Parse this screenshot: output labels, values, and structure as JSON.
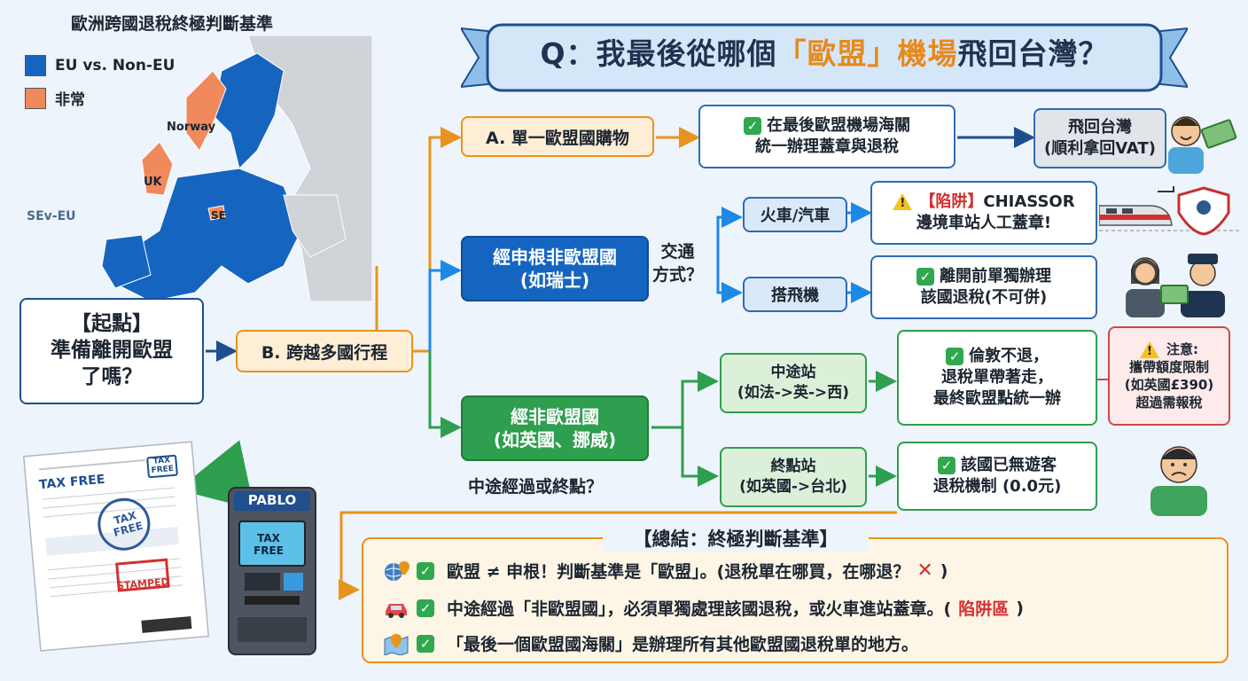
{
  "map": {
    "title": "歐洲跨國退稅終極判斷基準",
    "legend": [
      {
        "label": "EU vs. Non-EU",
        "color": "#1565c0"
      },
      {
        "label": "非常",
        "color": "#f08a5d"
      }
    ],
    "labels": {
      "norway": "Norway",
      "uk": "UK",
      "ch": "SE",
      "logo": "SEv-EU"
    }
  },
  "banner": {
    "pre": "Q：我最後從哪個",
    "highlight": "「歐盟」機場",
    "post": "飛回台灣？"
  },
  "start": {
    "line1": "【起點】",
    "line2": "準備離開歐盟",
    "line3": "了嗎？"
  },
  "branch_a": {
    "label": "A. 單一歐盟國購物",
    "result_line1": "在最後歐盟機場海關",
    "result_line2": "統一辦理蓋章與退稅",
    "final_line1": "飛回台灣",
    "final_line2": "(順利拿回VAT)"
  },
  "branch_b": {
    "label": "B. 跨越多國行程"
  },
  "schengen": {
    "line1": "經申根非歐盟國",
    "line2": "(如瑞士)",
    "question_line1": "交通",
    "question_line2": "方式？",
    "train": {
      "label": "火車/汽車",
      "warn_tag": "【陷阱】",
      "warn_text1": "CHIASSOR",
      "warn_text2": "邊境車站人工蓋章!"
    },
    "plane": {
      "label": "搭飛機",
      "result_line1": "離開前單獨辦理",
      "result_line2": "該國退稅(不可併)"
    }
  },
  "noneu": {
    "line1": "經非歐盟國",
    "line2": "(如英國、挪威)",
    "question": "中途經過或終點？",
    "transit": {
      "label1": "中途站",
      "label2": "(如法->英->西)",
      "result_line1": "倫敦不退，",
      "result_line2": "退稅單帶著走，",
      "result_line3": "最終歐盟點統一辦"
    },
    "note": {
      "title": "注意:",
      "line1": "攜帶額度限制",
      "line2": "(如英國£390)",
      "line3": "超過需報稅"
    },
    "terminal": {
      "label1": "終點站",
      "label2": "(如英國->台北)",
      "result_line1": "該國已無遊客",
      "result_line2": "退稅機制 (0.0元)"
    }
  },
  "doc": {
    "title": "TAX FREE",
    "badge": "TAX FREE",
    "stamp_center": "TAX FREE",
    "stamp": "STAMPED"
  },
  "kiosk": {
    "brand": "PABLO",
    "screen": "TAX FREE"
  },
  "summary": {
    "title": "【總結：終極判斷基準】",
    "line1": "歐盟 ≠ 申根！判斷基準是「歐盟」。(退稅單在哪買，在哪退？",
    "line1_end": ")",
    "line2": "中途經過「非歐盟國」，必須單獨處理該國退稅，或火車進站蓋章。(",
    "line2_red": "陷阱區",
    "line2_end": ")",
    "line3": "「最後一個歐盟國海關」是辦理所有其他歐盟國退稅單的地方。"
  }
}
